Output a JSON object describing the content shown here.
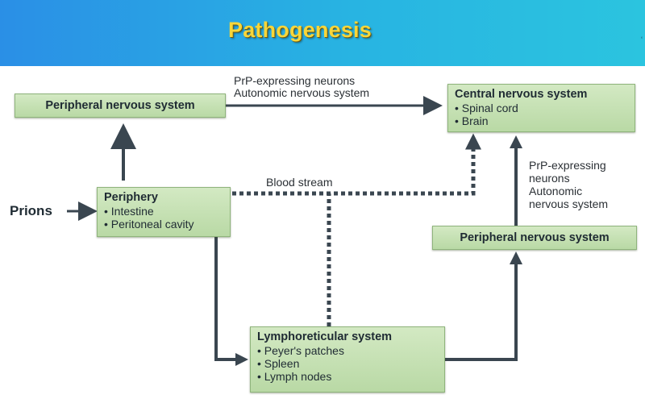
{
  "slide": {
    "title": "Pathogenesis",
    "corner_mark": "‘"
  },
  "diagram": {
    "boxes": {
      "pns_top": {
        "title": "Peripheral nervous system"
      },
      "cns": {
        "title": "Central nervous system",
        "items": [
          "• Spinal cord",
          "• Brain"
        ]
      },
      "periphery": {
        "title": "Periphery",
        "items": [
          "• Intestine",
          "• Peritoneal cavity"
        ]
      },
      "pns_right": {
        "title": "Peripheral nervous system"
      },
      "lymphoreticular": {
        "title": "Lymphoreticular system",
        "items": [
          "• Peyer's patches",
          "• Spleen",
          "• Lymph nodes"
        ]
      }
    },
    "labels": {
      "prions": "Prions",
      "top_route": [
        "PrP-expressing neurons",
        "Autonomic nervous system"
      ],
      "blood_stream": "Blood stream",
      "right_route": [
        "PrP-expressing",
        "neurons",
        "Autonomic",
        "nervous system"
      ]
    },
    "colors": {
      "arrow": "#3a4650",
      "box_fill": "#c4e0b1",
      "title_text": "#f7d63a"
    }
  }
}
